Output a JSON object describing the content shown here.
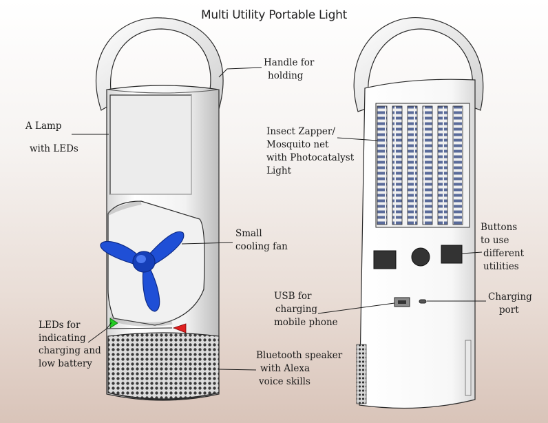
{
  "title": "Multi Utility Portable Light",
  "labels": {
    "handle": [
      "Handle for",
      "holding"
    ],
    "lamp": [
      "A Lamp",
      "with LEDs"
    ],
    "fan": [
      "Small",
      "cooling fan"
    ],
    "leds": [
      "LEDs for",
      "indicating",
      "charging and",
      "low battery"
    ],
    "speaker": [
      "Bluetooth speaker",
      "with Alexa",
      "voice skills"
    ],
    "zapper": [
      "Insect Zapper/",
      "Mosquito net",
      "with Photocatalyst",
      "Light"
    ],
    "buttons": [
      "Buttons",
      "to use",
      "different",
      "utilities"
    ],
    "usb": [
      "USB for",
      "charging",
      "mobile phone"
    ],
    "charging_port": [
      "Charging",
      "port"
    ]
  },
  "colors": {
    "body": "#f4f4f4",
    "outline": "#2a2a2a",
    "fan": "#1f4fd6",
    "led_green": "#22cc22",
    "led_red": "#e02020",
    "speaker_mesh": "#3a3a3a",
    "zapper_slot": "#5a6b9a",
    "button": "#333333"
  }
}
